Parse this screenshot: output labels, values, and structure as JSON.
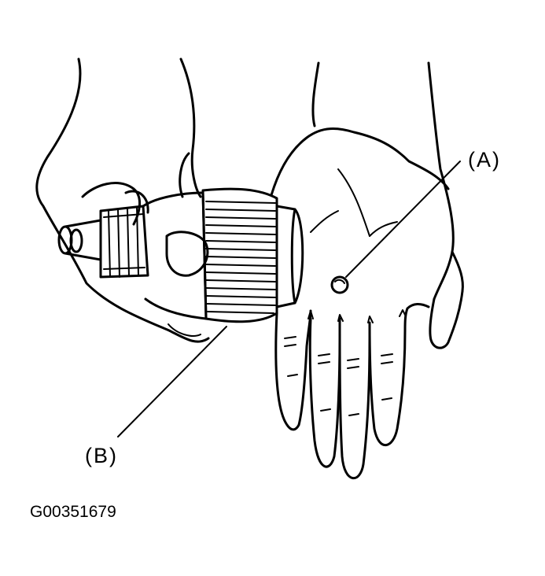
{
  "labels": {
    "a": "(A)",
    "b": "(B)"
  },
  "figure_id": "G00351679"
}
